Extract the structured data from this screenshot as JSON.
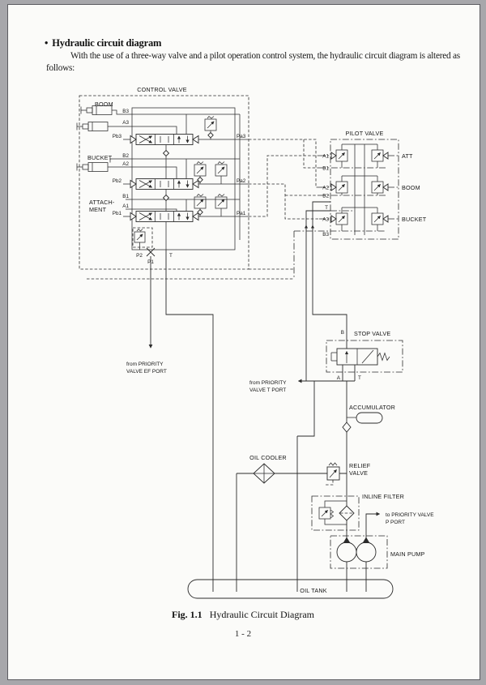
{
  "colors": {
    "background": "#a7a7ab",
    "paper": "#fbfbf9",
    "ink": "#2b2b2b"
  },
  "page": {
    "bullet": "•",
    "title": "Hydraulic circuit diagram",
    "body": "With the use of a three-way valve and a pilot operation control system, the hydraulic circuit diagram is altered as follows:",
    "caption_label": "Fig. 1.1",
    "caption_title": "Hydraulic Circuit Diagram",
    "page_number": "1 - 2"
  },
  "diagram": {
    "control_valve": {
      "title": "CONTROL VALVE",
      "boom_label": "BOOM",
      "bucket_label": "BUCKET",
      "attachment_label_1": "ATTACH-",
      "attachment_label_2": "MENT",
      "ports": {
        "b3": "B3",
        "a3": "A3",
        "pb3": "Pb3",
        "pa3": "Pa3",
        "b2": "B2",
        "a2": "A2",
        "pb2": "Pb2",
        "pa2": "Pa2",
        "b1": "B1",
        "a1": "A1",
        "pb1": "Pb1",
        "pa1": "Pa1",
        "p2": "P2",
        "p1": "P1",
        "t": "T"
      }
    },
    "pilot_valve": {
      "title": "PILOT VALVE",
      "t_port": "T",
      "rows": [
        {
          "label": "ATT",
          "a": "A1",
          "b": "B1"
        },
        {
          "label": "BOOM",
          "a": "A2",
          "b": "B2"
        },
        {
          "label": "BUCKET",
          "a": "A3",
          "b": "B3"
        }
      ]
    },
    "stop_valve": {
      "title": "STOP VALVE",
      "b": "B",
      "a": "A",
      "t": "T"
    },
    "labels": {
      "accumulator": "ACCUMULATOR",
      "oil_cooler": "OIL COOLER",
      "relief_valve_1": "RELIEF",
      "relief_valve_2": "VALVE",
      "inline_filter": "INLINE FILTER",
      "main_pump": "MAIN PUMP",
      "oil_tank": "OIL TANK",
      "from_ef_1": "from PRIORITY",
      "from_ef_2": "VALVE EF PORT",
      "from_t_1": "from PRIORITY",
      "from_t_2": "VALVE T PORT",
      "to_p_1": "to PRIORITY VALVE",
      "to_p_2": "P PORT"
    }
  }
}
